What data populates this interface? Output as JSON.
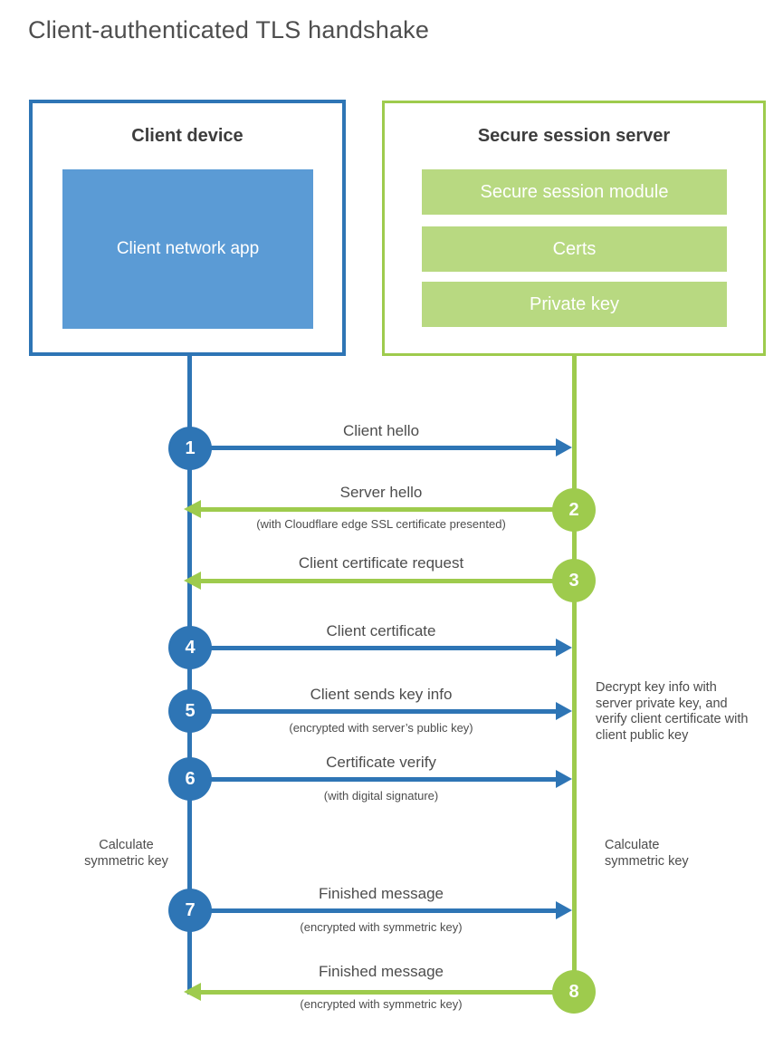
{
  "page": {
    "title": "Client-authenticated TLS handshake"
  },
  "colors": {
    "blue": "#2e75b5",
    "blue-fill": "#5b9bd5",
    "green": "#9ecb4d",
    "green-fill": "#b8d981"
  },
  "client_box": {
    "title": "Client device",
    "app_label": "Client network app"
  },
  "server_box": {
    "title": "Secure session server",
    "modules": [
      "Secure session module",
      "Certs",
      "Private key"
    ]
  },
  "steps": [
    {
      "num": "1",
      "from": "client",
      "label": "Client hello",
      "sub": ""
    },
    {
      "num": "2",
      "from": "server",
      "label": "Server hello",
      "sub": "(with Cloudflare edge SSL certificate presented)"
    },
    {
      "num": "3",
      "from": "server",
      "label": "Client certificate request",
      "sub": ""
    },
    {
      "num": "4",
      "from": "client",
      "label": "Client certificate",
      "sub": ""
    },
    {
      "num": "5",
      "from": "client",
      "label": "Client sends key info",
      "sub": "(encrypted with server’s public key)"
    },
    {
      "num": "6",
      "from": "client",
      "label": "Certificate verify",
      "sub": "(with digital signature)"
    },
    {
      "num": "7",
      "from": "client",
      "label": "Finished message",
      "sub": "(encrypted with symmetric key)"
    },
    {
      "num": "8",
      "from": "server",
      "label": "Finished message",
      "sub": "(encrypted with symmetric key)"
    }
  ],
  "annotations": {
    "decrypt_note": "Decrypt key info with server private key, and verify client certificate with client public key",
    "calc_left": "Calculate symmetric key",
    "calc_right": "Calculate symmetric key"
  }
}
